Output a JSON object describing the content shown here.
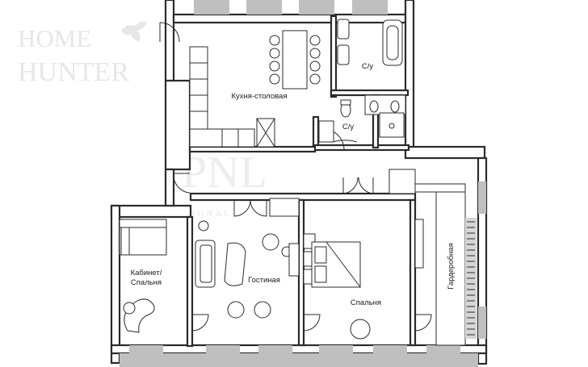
{
  "watermark": {
    "brand_line1": "HOME",
    "brand_line2": "HUNTER",
    "center_mark": "PNL",
    "center_sub": "INTERNATIONAL"
  },
  "rooms": {
    "kitchen": "Кухня-столовая",
    "bath_1": "С/у",
    "bath_2": "С/у",
    "office_line1": "Кабинет/",
    "office_line2": "Спальня",
    "living": "Гостиная",
    "bedroom": "Спальня",
    "wardrobe": "Гардеробная"
  },
  "colors": {
    "wall": "#2b2b2b",
    "window": "#bfbfbf",
    "background": "#ffffff"
  }
}
